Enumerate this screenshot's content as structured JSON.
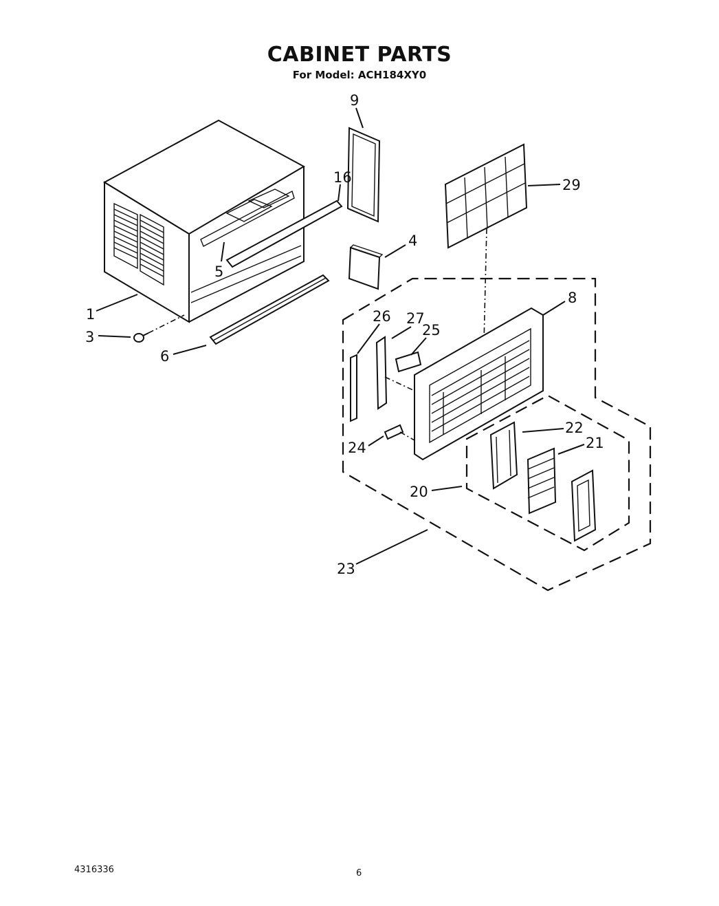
{
  "header": {
    "title": "CABINET PARTS",
    "subtitle": "For Model: ACH184XY0"
  },
  "callouts": [
    {
      "id": "1",
      "label": "1"
    },
    {
      "id": "3",
      "label": "3"
    },
    {
      "id": "4",
      "label": "4"
    },
    {
      "id": "5",
      "label": "5"
    },
    {
      "id": "6",
      "label": "6"
    },
    {
      "id": "8",
      "label": "8"
    },
    {
      "id": "9",
      "label": "9"
    },
    {
      "id": "16",
      "label": "16"
    },
    {
      "id": "20",
      "label": "20"
    },
    {
      "id": "21",
      "label": "21"
    },
    {
      "id": "22",
      "label": "22"
    },
    {
      "id": "23",
      "label": "23"
    },
    {
      "id": "24",
      "label": "24"
    },
    {
      "id": "25",
      "label": "25"
    },
    {
      "id": "26",
      "label": "26"
    },
    {
      "id": "27",
      "label": "27"
    },
    {
      "id": "29",
      "label": "29"
    }
  ],
  "footer": {
    "code": "4316336",
    "page": "6"
  }
}
